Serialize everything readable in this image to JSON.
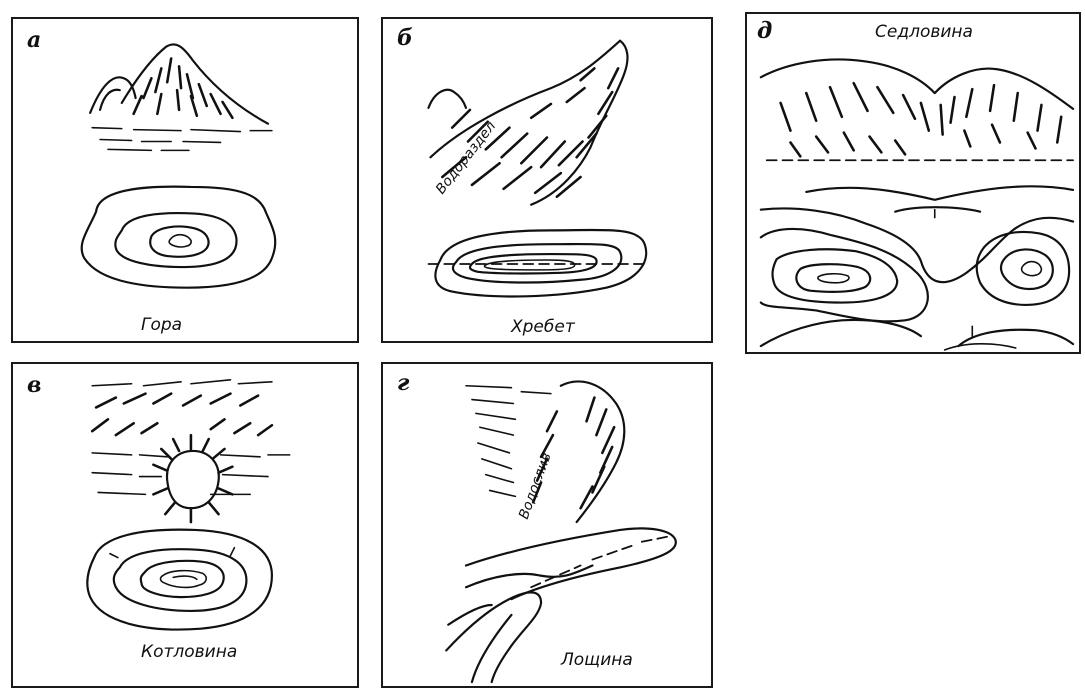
{
  "panels": {
    "mountain": {
      "letter": "а",
      "caption": "Гора"
    },
    "ridge": {
      "letter": "б",
      "caption": "Хребет",
      "ridge_label": "Водораздел"
    },
    "saddle": {
      "letter": "д",
      "caption": "Седловина"
    },
    "basin": {
      "letter": "в",
      "caption": "Котловина"
    },
    "hollow": {
      "letter": "г",
      "caption": "Лощина",
      "thalweg_label": "Водослив"
    }
  }
}
